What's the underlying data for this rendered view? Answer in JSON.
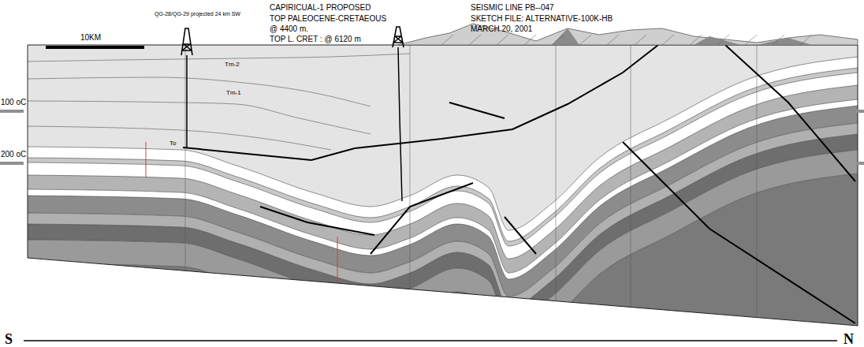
{
  "diagram": {
    "labels": [
      "QG-28/QG-29 projected 24 km SW",
      "CAPIRICUAL-1 PROPOSED",
      "TOP PALEOCENE-CRETAEOUS",
      "@ 4400 m.",
      "TOP L. CRET : @ 6120 m",
      "SEISMIC LINE PB--047",
      "SKETCH FILE: ALTERNATIVE-100K-HB",
      "MARCH 20, 2001",
      "10KM",
      "100 oC",
      "Tm-2",
      "Tm-1",
      "To",
      "200 oC",
      "S",
      "N"
    ]
  }
}
